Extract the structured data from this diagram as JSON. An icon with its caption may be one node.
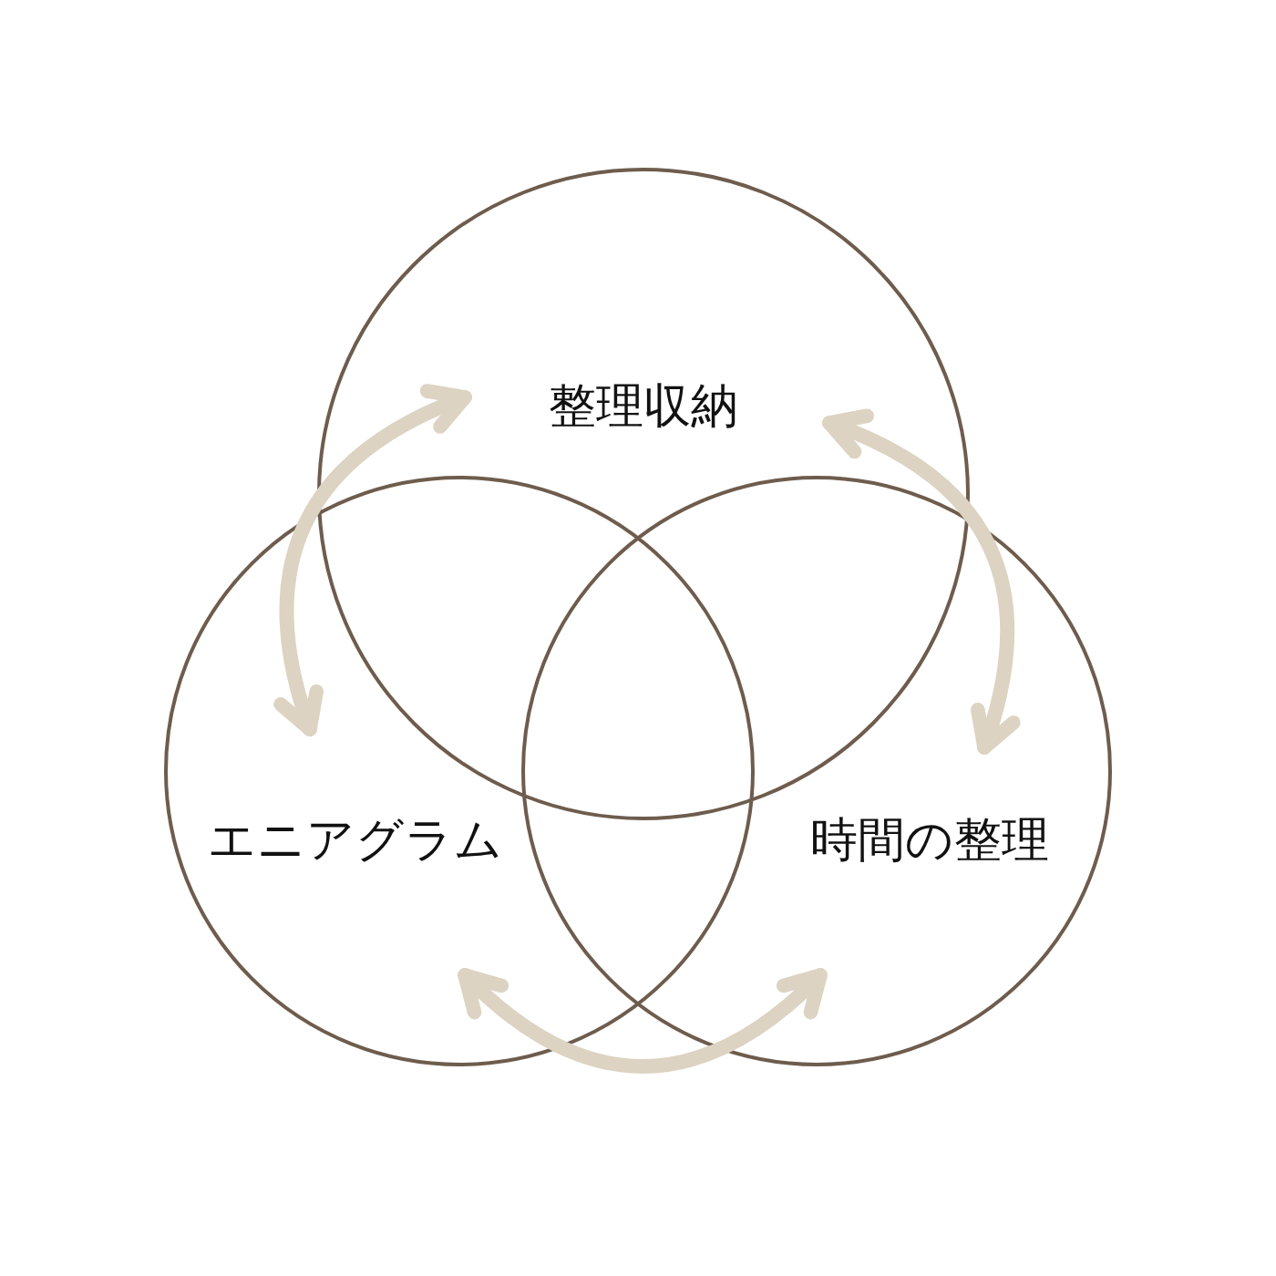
{
  "diagram": {
    "nodes": [
      {
        "text": [
          "整理収納"
        ]
      },
      {
        "text": [
          "エニアグラム"
        ]
      },
      {
        "text": [
          "時間の整理"
        ]
      }
    ],
    "edges": [
      {
        "from": 0,
        "to": 1,
        "arrow": "both"
      },
      {
        "from": 2,
        "to": 0,
        "arrow": "both"
      },
      {
        "from": 1,
        "to": 2,
        "arrow": "both"
      }
    ]
  }
}
